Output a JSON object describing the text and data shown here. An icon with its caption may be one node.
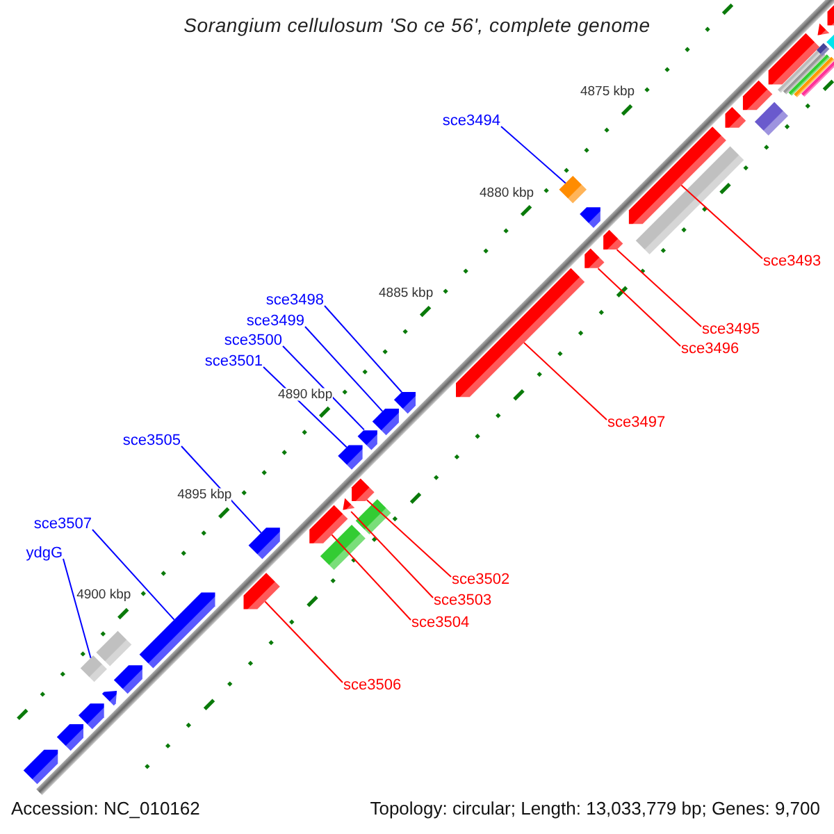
{
  "diagram": {
    "title": "Sorangium cellulosum 'So ce 56', complete genome",
    "nodes": [
      {
        "text": [
          "sce3494"
        ]
      },
      {
        "text": [
          "sce3493"
        ]
      },
      {
        "text": [
          "sce3498"
        ]
      },
      {
        "text": [
          "sce3499"
        ]
      },
      {
        "text": [
          "sce3495"
        ]
      },
      {
        "text": [
          "sce3500"
        ]
      },
      {
        "text": [
          "sce3496"
        ]
      },
      {
        "text": [
          "sce3501"
        ]
      },
      {
        "text": [
          "sce3497"
        ]
      },
      {
        "text": [
          "sce3505"
        ]
      },
      {
        "text": [
          "sce3507"
        ]
      },
      {
        "text": [
          "ydgG"
        ]
      },
      {
        "text": [
          "sce3502"
        ]
      },
      {
        "text": [
          "sce3503"
        ]
      },
      {
        "text": [
          "sce3504"
        ]
      },
      {
        "text": [
          "sce3506"
        ]
      },
      {
        "text": [],
        "shape": "diamond"
      },
      {
        "text": [],
        "shape": "arrow"
      },
      {
        "text": [],
        "shape": "arrow"
      },
      {
        "text": [],
        "shape": "arrow"
      },
      {
        "text": [],
        "shape": "arrow"
      },
      {
        "text": [],
        "shape": "arrow"
      },
      {
        "text": [],
        "shape": "arrow"
      },
      {
        "text": [],
        "shape": "arrow"
      },
      {
        "text": [],
        "shape": "arrow"
      },
      {
        "text": [],
        "shape": "arrow"
      },
      {
        "text": [],
        "shape": "arrow"
      },
      {
        "text": [],
        "shape": "diamond"
      },
      {
        "text": [],
        "shape": "arrow"
      },
      {
        "text": [],
        "shape": "triangle"
      },
      {
        "text": [],
        "shape": "arrow"
      },
      {
        "text": [],
        "shape": "arrow"
      },
      {
        "text": [],
        "shape": "arrow"
      },
      {
        "text": [],
        "shape": "arrow"
      },
      {
        "text": [],
        "shape": "arrow"
      },
      {
        "text": [],
        "shape": "arrow"
      },
      {
        "text": [],
        "shape": "arrow"
      },
      {
        "text": [],
        "shape": "arrow"
      },
      {
        "text": [],
        "shape": "bar"
      },
      {
        "text": [],
        "shape": "arrow"
      },
      {
        "text": [],
        "shape": "arrow"
      },
      {
        "text": [],
        "shape": "arrow"
      },
      {
        "text": [],
        "shape": "triangle"
      },
      {
        "text": [],
        "shape": "arrow"
      },
      {
        "text": [],
        "shape": "bar"
      },
      {
        "text": [],
        "shape": "bar"
      },
      {
        "text": [],
        "shape": "bar"
      },
      {
        "text": [],
        "shape": "bar"
      },
      {
        "text": [],
        "shape": "bar"
      },
      {
        "text": [],
        "shape": "bar"
      }
    ],
    "edges": [
      {
        "from": 0,
        "to": 16,
        "arrow": "none",
        "color": "#0000ff"
      },
      {
        "from": 1,
        "to": 17,
        "arrow": "none",
        "color": "#ff0000"
      },
      {
        "from": 2,
        "to": 18,
        "arrow": "none",
        "color": "#0000ff"
      },
      {
        "from": 3,
        "to": 19,
        "arrow": "none",
        "color": "#0000ff"
      },
      {
        "from": 4,
        "to": 20,
        "arrow": "none",
        "color": "#ff0000"
      },
      {
        "from": 5,
        "to": 21,
        "arrow": "none",
        "color": "#0000ff"
      },
      {
        "from": 6,
        "to": 22,
        "arrow": "none",
        "color": "#ff0000"
      },
      {
        "from": 7,
        "to": 23,
        "arrow": "none",
        "color": "#0000ff"
      },
      {
        "from": 8,
        "to": 24,
        "arrow": "none",
        "color": "#ff0000"
      },
      {
        "from": 9,
        "to": 25,
        "arrow": "none",
        "color": "#0000ff"
      },
      {
        "from": 10,
        "to": 26,
        "arrow": "none",
        "color": "#0000ff"
      },
      {
        "from": 11,
        "to": 27,
        "arrow": "none",
        "color": "#0000ff"
      },
      {
        "from": 12,
        "to": 28,
        "arrow": "none",
        "color": "#ff0000"
      },
      {
        "from": 13,
        "to": 29,
        "arrow": "none",
        "color": "#ff0000"
      },
      {
        "from": 14,
        "to": 30,
        "arrow": "none",
        "color": "#ff0000"
      },
      {
        "from": 15,
        "to": 31,
        "arrow": "none",
        "color": "#ff0000"
      }
    ],
    "labels": [
      "4875 kbp",
      "4880 kbp",
      "4885 kbp",
      "4890 kbp",
      "4895 kbp",
      "4900 kbp",
      "Accession: NC_010162",
      "Topology: circular; Length: 13,033,779 bp; Genes: 9,700"
    ]
  }
}
